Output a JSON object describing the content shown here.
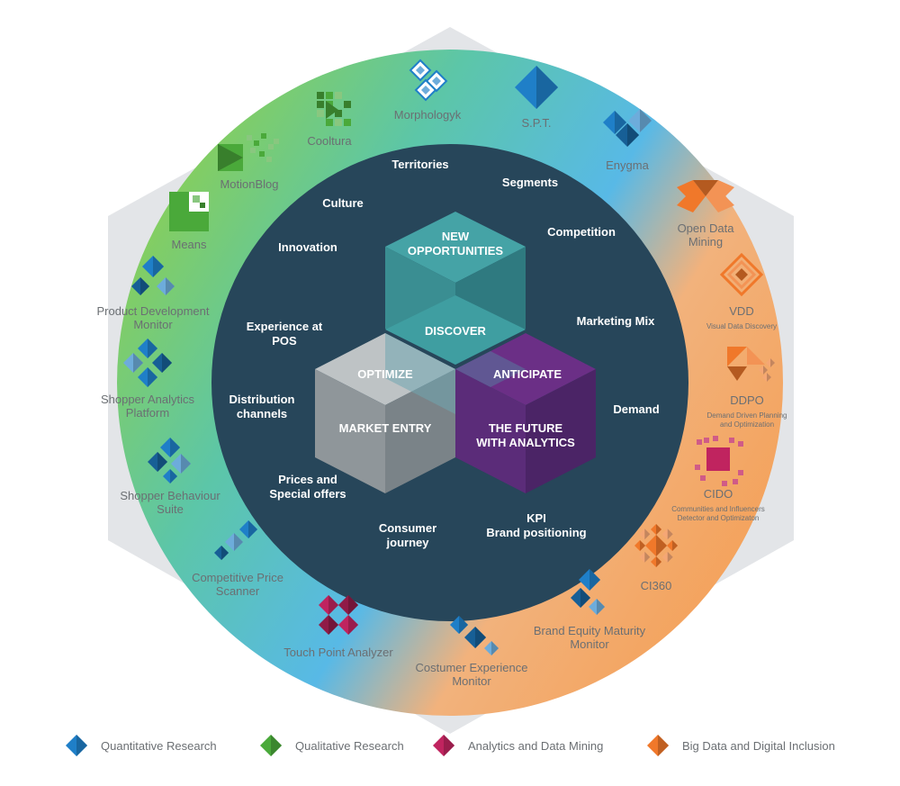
{
  "colors": {
    "quantitative": "#1f7fc8",
    "qualitative": "#4aa93a",
    "analytics": "#c0245f",
    "bigdata": "#f0782a",
    "core": "#27465a",
    "hexagon": "#e3e5e8"
  },
  "tools": [
    {
      "label": "Morphologyk",
      "category": "quantitative",
      "icon": "nested-squares-icon"
    },
    {
      "label": "S.P.T.",
      "category": "quantitative",
      "icon": "diamond-icon"
    },
    {
      "label": "Enygma",
      "category": "quantitative",
      "icon": "w-diamond-icon"
    },
    {
      "label": "Open Data",
      "label2": "Mining",
      "category": "bigdata",
      "icon": "bowtie-icon"
    },
    {
      "label": "VDD",
      "sub": "Visual Data Discovery",
      "category": "bigdata",
      "icon": "nested-diamond-icon"
    },
    {
      "label": "DDPO",
      "sub": "Demand Driven Planning",
      "sub2": "and Optimization",
      "category": "bigdata",
      "icon": "triangle-cluster-icon"
    },
    {
      "label": "CIDO",
      "sub": "Communities and Influencers",
      "sub2": "Detector and Optimizaton",
      "category": "analytics",
      "icon": "pixel-square-icon"
    },
    {
      "label": "CI360",
      "category": "bigdata",
      "icon": "sunburst-icon"
    },
    {
      "label": "Brand Equity Maturity",
      "label2": "Monitor",
      "category": "quantitative",
      "icon": "stacked-diamond-icon"
    },
    {
      "label": "Costumer Experience",
      "label2": "Monitor",
      "category": "quantitative",
      "icon": "diamond-row-icon"
    },
    {
      "label": "Touch Point Analyzer",
      "category": "analytics",
      "icon": "four-diamond-icon"
    },
    {
      "label": "Competitive Price",
      "label2": "Scanner",
      "category": "quantitative",
      "icon": "diamond-steps-icon"
    },
    {
      "label": "Shopper Behaviour",
      "label2": "Suite",
      "category": "quantitative",
      "icon": "diamond-cluster-icon"
    },
    {
      "label": "Shopper Analytics",
      "label2": "Platform",
      "category": "quantitative",
      "icon": "diamond-grid-icon"
    },
    {
      "label": "Product Development",
      "label2": "Monitor",
      "category": "quantitative",
      "icon": "diamond-trio-icon"
    },
    {
      "label": "Means",
      "category": "qualitative",
      "icon": "l-block-icon"
    },
    {
      "label": "MotionBlog",
      "category": "qualitative",
      "icon": "flag-pixels-icon"
    },
    {
      "label": "Cooltura",
      "category": "qualitative",
      "icon": "pixel-arrow-icon"
    }
  ],
  "topics": [
    {
      "line1": "Territories"
    },
    {
      "line1": "Segments"
    },
    {
      "line1": "Competition"
    },
    {
      "line1": "Marketing Mix"
    },
    {
      "line1": "Demand"
    },
    {
      "line1": "KPI",
      "line2": "Brand positioning"
    },
    {
      "line1": "Consumer",
      "line2": "journey"
    },
    {
      "line1": "Prices and",
      "line2": "Special offers"
    },
    {
      "line1": "Distribution",
      "line2": "channels"
    },
    {
      "line1": "Experience at",
      "line2": "POS"
    },
    {
      "line1": "Innovation"
    },
    {
      "line1": "Culture"
    }
  ],
  "cube": {
    "new_opportunities_1": "NEW",
    "new_opportunities_2": "OPPORTUNITIES",
    "discover": "DISCOVER",
    "optimize": "OPTIMIZE",
    "anticipate": "ANTICIPATE",
    "market_entry": "MARKET ENTRY",
    "future_1": "THE FUTURE",
    "future_2": "WITH ANALYTICS"
  },
  "legend": [
    {
      "label": "Quantitative Research",
      "category": "quantitative"
    },
    {
      "label": "Qualitative Research",
      "category": "qualitative"
    },
    {
      "label": "Analytics and Data Mining",
      "category": "analytics"
    },
    {
      "label": "Big Data and Digital Inclusion",
      "category": "bigdata"
    }
  ]
}
